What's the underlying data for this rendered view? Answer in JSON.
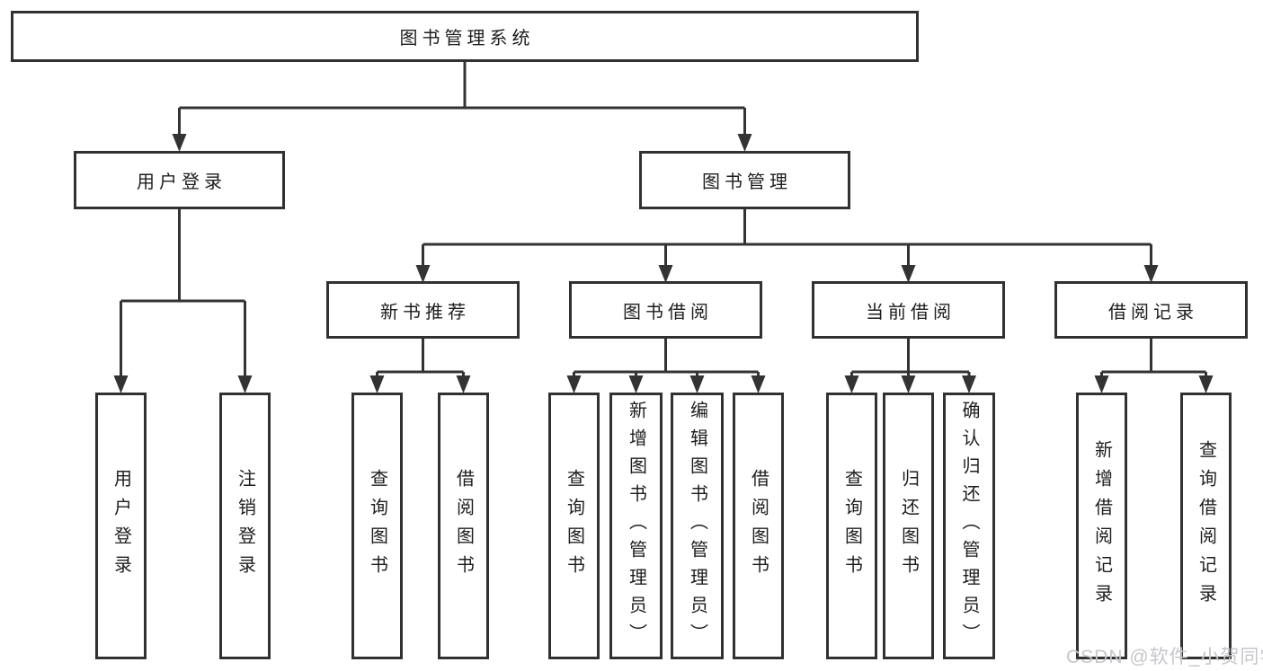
{
  "diagram_title": "图书管理系统",
  "tree": {
    "root": {
      "label": "图书管理系统"
    },
    "level2": [
      {
        "label": "用户登录"
      },
      {
        "label": "图书管理"
      }
    ],
    "level3": [
      {
        "label": "新书推荐",
        "parent": "图书管理"
      },
      {
        "label": "图书借阅",
        "parent": "图书管理"
      },
      {
        "label": "当前借阅",
        "parent": "图书管理"
      },
      {
        "label": "借阅记录",
        "parent": "图书管理"
      }
    ],
    "leaves": [
      {
        "label": "用户登录",
        "parent": "用户登录"
      },
      {
        "label": "注销登录",
        "parent": "用户登录"
      },
      {
        "label": "查询图书",
        "parent": "新书推荐"
      },
      {
        "label": "借阅图书",
        "parent": "新书推荐"
      },
      {
        "label": "查询图书",
        "parent": "图书借阅"
      },
      {
        "label": "新增图书（管理员）",
        "parent": "图书借阅"
      },
      {
        "label": "编辑图书（管理员）",
        "parent": "图书借阅"
      },
      {
        "label": "借阅图书",
        "parent": "图书借阅"
      },
      {
        "label": "查询图书",
        "parent": "当前借阅"
      },
      {
        "label": "归还图书",
        "parent": "当前借阅"
      },
      {
        "label": "确认归还（管理员）",
        "parent": "当前借阅"
      },
      {
        "label": "新增借阅记录",
        "parent": "借阅记录"
      },
      {
        "label": "查询借阅记录",
        "parent": "借阅记录"
      }
    ]
  },
  "watermark": {
    "text": "CSDN @软件_小贺同学"
  },
  "colors": {
    "line": "#333333",
    "box_border": "#313131",
    "text": "#1d1d1d",
    "background": "#ffffff",
    "watermark": "#c6c6cb"
  }
}
